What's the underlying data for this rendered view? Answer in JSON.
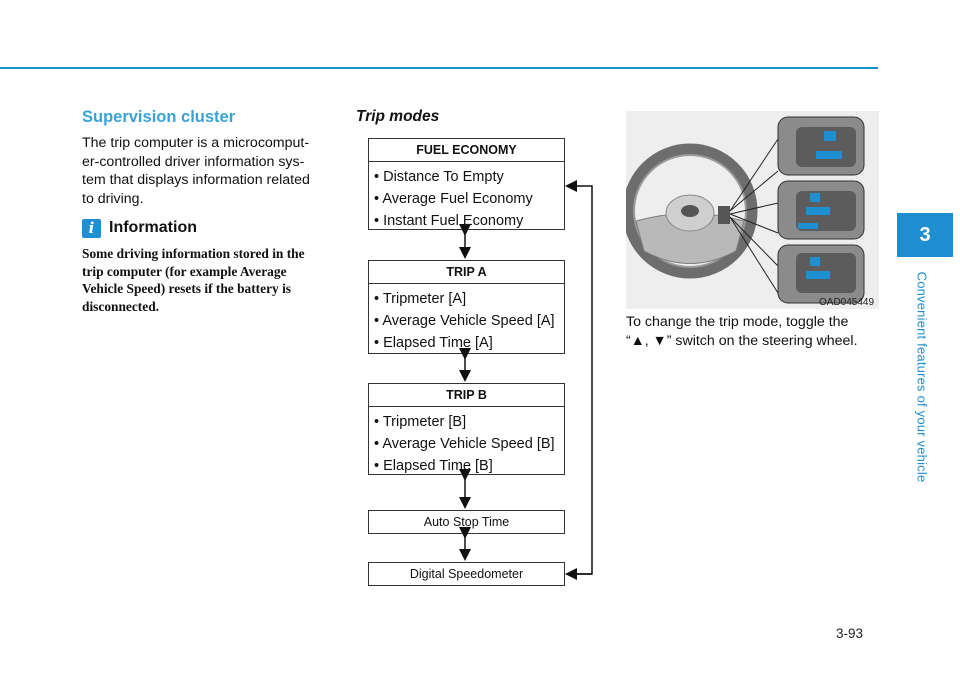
{
  "section_title": "Supervision cluster",
  "intro_lines": [
    "The trip computer is a microcomput-",
    "er-controlled driver information sys-",
    "tem that displays information related",
    "to driving."
  ],
  "info": {
    "title": "Information",
    "icon_glyph": "i",
    "lines": [
      "Some driving information stored in the",
      "trip computer (for example Average",
      "Vehicle Speed) resets if the battery is",
      "disconnected."
    ]
  },
  "trip_modes": {
    "title": "Trip modes",
    "boxes": [
      {
        "header": "FUEL ECONOMY",
        "items": [
          "Distance To Empty",
          "Average Fuel Economy",
          "Instant Fuel Economy"
        ]
      },
      {
        "header": "TRIP A",
        "items": [
          "Tripmeter [A]",
          "Average Vehicle Speed [A]",
          "Elapsed Time [A]"
        ]
      },
      {
        "header": "TRIP B",
        "items": [
          "Tripmeter [B]",
          "Average Vehicle Speed [B]",
          "Elapsed Time [B]"
        ]
      }
    ],
    "auto_stop": "Auto Stop Time",
    "digital_speedometer": "Digital Speedometer"
  },
  "figure": {
    "code": "OAD045449",
    "caption_lines": [
      "To change the trip mode, toggle the",
      "“▲, ▼” switch on the steering wheel."
    ]
  },
  "side_tab": {
    "chapter": "3",
    "label": "Convenient features of your vehicle",
    "color": "#1d8fd1"
  },
  "page_number": "3-93",
  "accent_color": "#3aa2d8"
}
